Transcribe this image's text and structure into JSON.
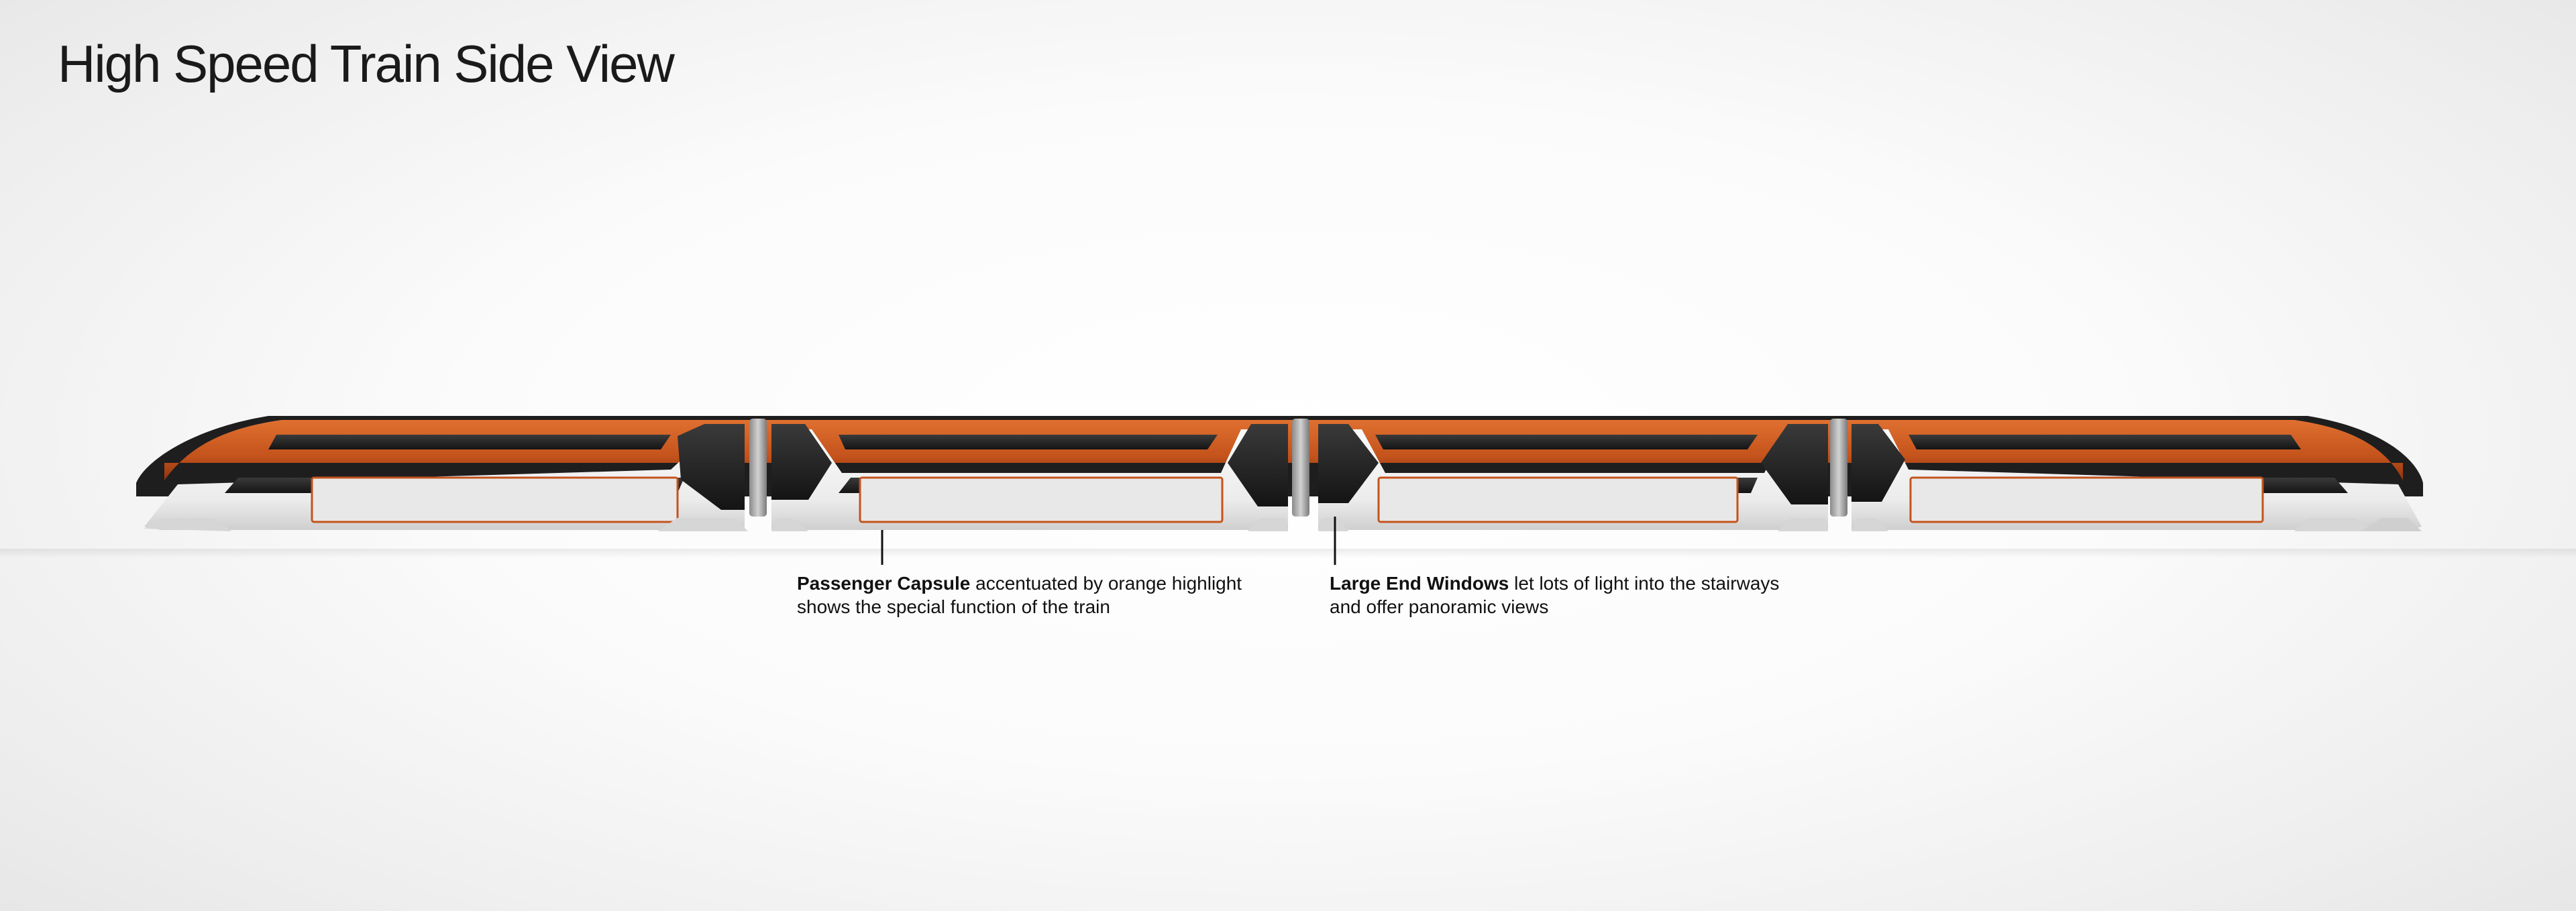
{
  "page": {
    "title": "High Speed Train Side View"
  },
  "colors": {
    "orange": "#c4531c",
    "white_body": "#ededed",
    "dark_window": "#2a2a2a"
  },
  "callouts": [
    {
      "lead": "Passenger Capsule",
      "text_line1": " accentuated by orange highlight",
      "text_line2": "shows the special function of the train"
    },
    {
      "lead": "Large End Windows",
      "text_line1": " let lots of light into the stairways",
      "text_line2": "and offer panoramic views"
    }
  ]
}
